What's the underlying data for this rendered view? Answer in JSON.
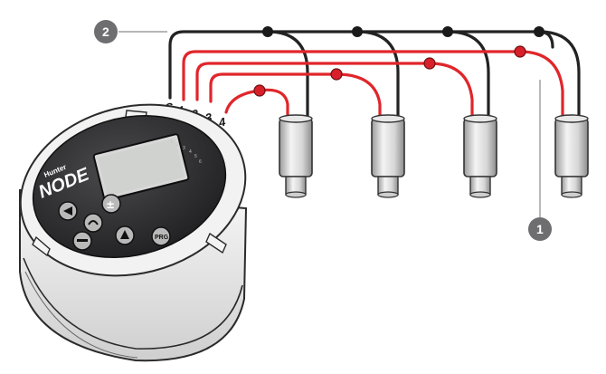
{
  "callouts": [
    {
      "label": "1",
      "target": "red-wire"
    },
    {
      "label": "2",
      "target": "black-common-wire"
    }
  ],
  "terminals": [
    "C",
    "1",
    "2",
    "3",
    "4"
  ],
  "controller": {
    "brand_top": "Hunter",
    "brand_main": "NODE",
    "station_digits": [
      "1",
      "2",
      "3",
      "4",
      "5",
      "6"
    ],
    "button_prg": "PRG"
  },
  "wire_colors": {
    "common": "#222222",
    "station": "#e0262b",
    "splice_black": "#1a1a1a",
    "splice_red": "#d8202a"
  },
  "valves_count_shown": 4
}
